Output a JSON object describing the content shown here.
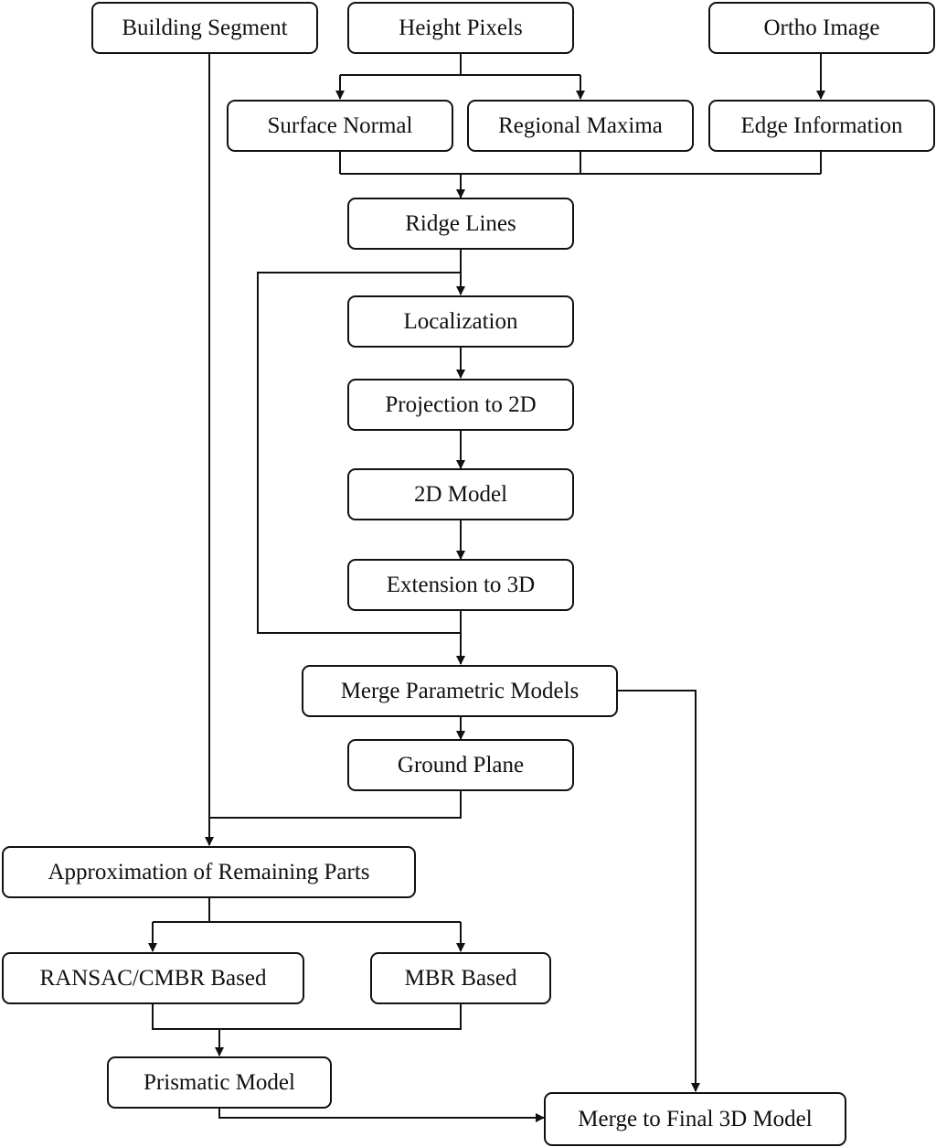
{
  "diagram": {
    "nodes": {
      "building_segment": "Building Segment",
      "height_pixels": "Height Pixels",
      "ortho_image": "Ortho Image",
      "surface_normal": "Surface Normal",
      "regional_maxima": "Regional Maxima",
      "edge_information": "Edge Information",
      "ridge_lines": "Ridge Lines",
      "localization": "Localization",
      "projection_2d": "Projection to 2D",
      "model_2d": "2D Model",
      "extension_3d": "Extension to 3D",
      "merge_parametric": "Merge Parametric Models",
      "ground_plane": "Ground Plane",
      "approximation": "Approximation of Remaining Parts",
      "ransac_cmbr": "RANSAC/CMBR Based",
      "mbr_based": "MBR Based",
      "prismatic_model": "Prismatic Model",
      "merge_final": "Merge to Final 3D Model"
    },
    "colors": {
      "stroke": "#111111",
      "background": "#ffffff"
    }
  }
}
